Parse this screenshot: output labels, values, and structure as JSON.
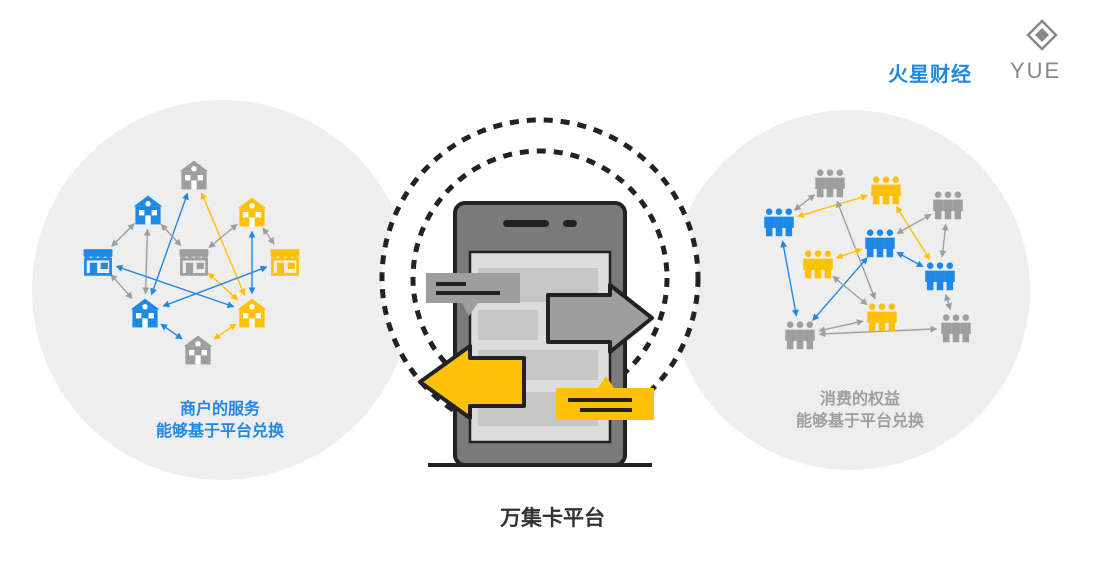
{
  "brand": {
    "name": "火星财经",
    "sub": "YUE",
    "icon": "brand-logo-icon",
    "name_color": "#1e88e5",
    "sub_color": "#888888"
  },
  "left_circle": {
    "caption_line1": "商户的服务",
    "caption_line2": "能够基于平台兑换",
    "caption_color": "#1e88e5",
    "node_icon": "shop-building-icon"
  },
  "right_circle": {
    "caption_line1": "消费的权益",
    "caption_line2": "能够基于平台兑换",
    "caption_color": "#9e9e9e",
    "node_icon": "people-group-icon"
  },
  "center": {
    "label": "万集卡平台",
    "device_icon": "smartphone-icon",
    "arrows": [
      "arrow-right-gray",
      "arrow-left-yellow"
    ]
  },
  "colors": {
    "blue": "#1e88e5",
    "yellow": "#ffc107",
    "gray": "#9e9e9e",
    "circle_bg": "#eeeeee",
    "dark": "#222222"
  }
}
